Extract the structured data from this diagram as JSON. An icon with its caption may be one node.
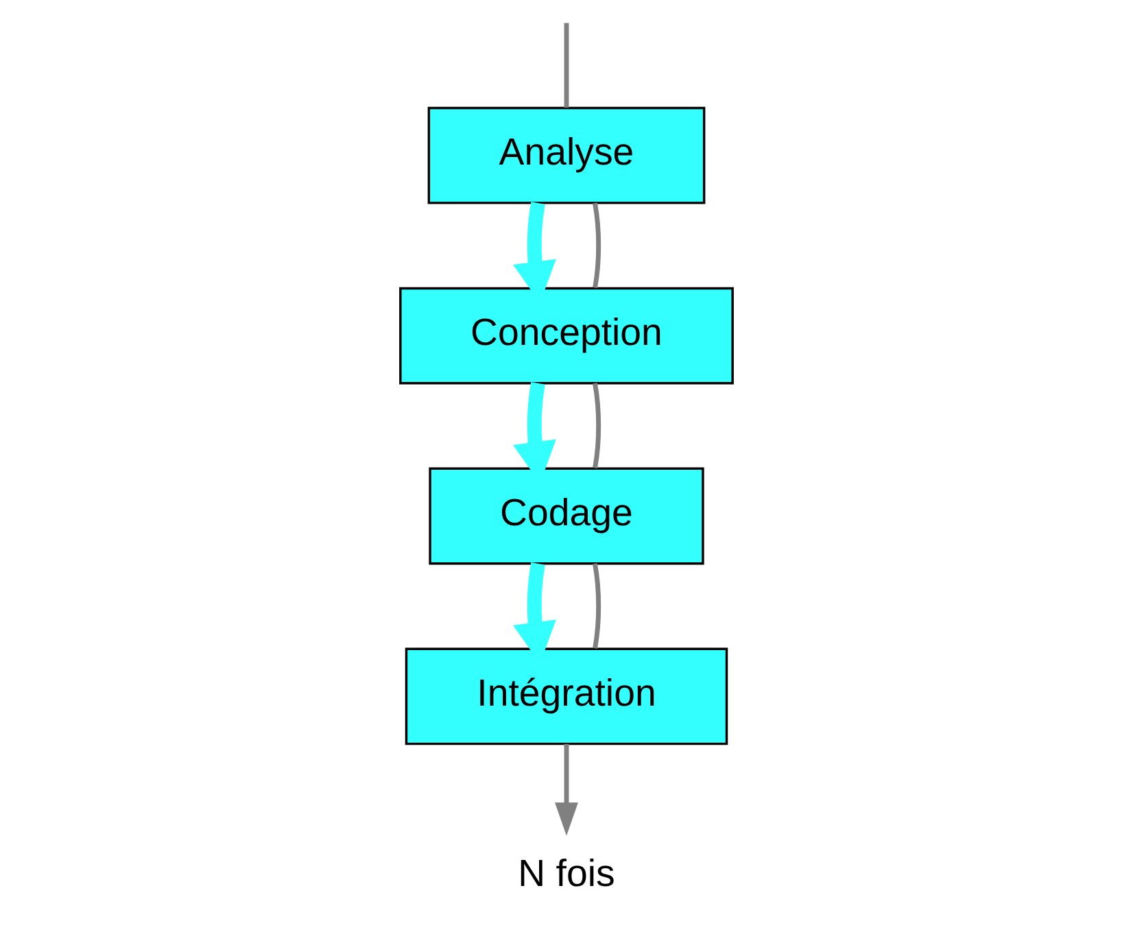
{
  "diagram": {
    "nodes": [
      {
        "text": [
          "Analyse"
        ]
      },
      {
        "text": [
          "Conception"
        ]
      },
      {
        "text": [
          "Codage"
        ]
      },
      {
        "text": [
          "Intégration"
        ]
      },
      {
        "text": [
          "N fois"
        ]
      }
    ],
    "edges": [
      {
        "from": null,
        "to": 0,
        "arrow": "none",
        "color": "#808080"
      },
      {
        "from": 0,
        "to": 1,
        "arrow": "to",
        "style": "thick",
        "color": "#33ffff"
      },
      {
        "from": 1,
        "to": 2,
        "arrow": "to",
        "style": "thick",
        "color": "#33ffff"
      },
      {
        "from": 2,
        "to": 3,
        "arrow": "to",
        "style": "thick",
        "color": "#33ffff"
      },
      {
        "from": 0,
        "to": 1,
        "arrow": "none",
        "color": "#808080"
      },
      {
        "from": 1,
        "to": 2,
        "arrow": "none",
        "color": "#808080"
      },
      {
        "from": 2,
        "to": 3,
        "arrow": "none",
        "color": "#808080"
      },
      {
        "from": 3,
        "to": 4,
        "arrow": "to",
        "color": "#808080"
      }
    ]
  }
}
